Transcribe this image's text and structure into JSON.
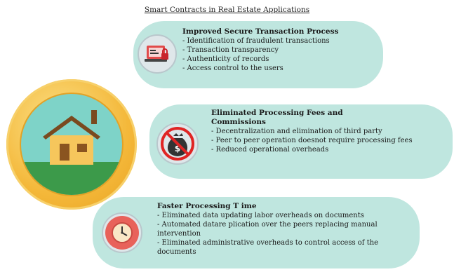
{
  "title": "Smart Contracts in Real Estate Applications",
  "colors": {
    "pill": "#bfe6df",
    "ring": "#f4b83a",
    "house_fill": "#f6c65c",
    "roof": "#7a4a1f",
    "ground": "#3c9a4a",
    "sky": "#7ed3c8"
  },
  "sections": [
    {
      "icon": "secure-transaction-icon",
      "heading": "Improved Secure Transaction Process",
      "items": [
        "- Identification of fraudulent transactions",
        "- Transaction transparency",
        "- Authenticity of records",
        "- Access control to the users"
      ]
    },
    {
      "icon": "no-fees-money-bag-icon",
      "heading": "Eliminated Processing Fees and Commissions",
      "items": [
        "- Decentralization and elimination of third party",
        "- Peer to peer operation doesnot require processing fees",
        "- Reduced operational overheads"
      ]
    },
    {
      "icon": "clock-icon",
      "heading": "Faster Processing T ime",
      "items": [
        "- Eliminated data updating labor overheads on documents",
        "- Automated datare plication over the peers replacing manual intervention",
        "- Eliminated administrative overheads to control access of the documents"
      ]
    }
  ]
}
